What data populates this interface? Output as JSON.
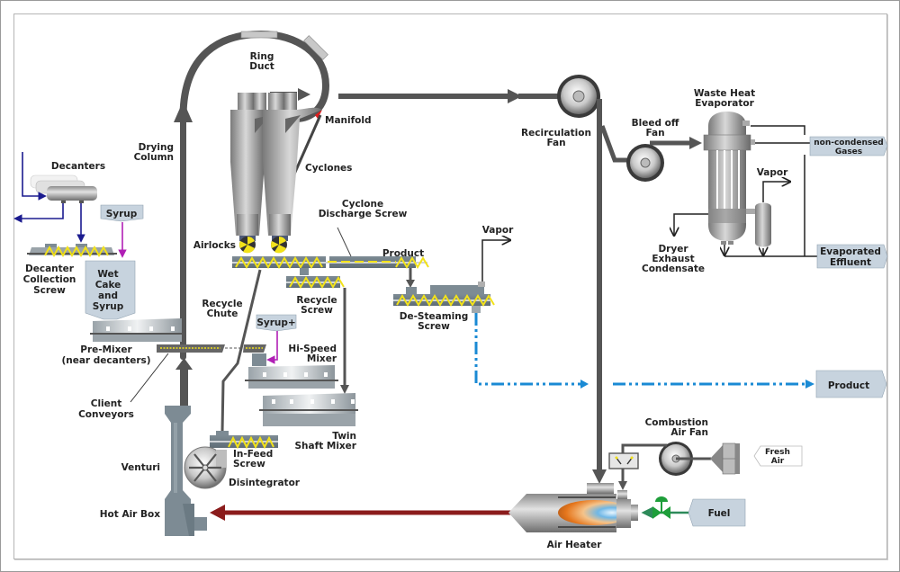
{
  "title": "Dryer Process Flow Diagram",
  "colors": {
    "duct": "#555555",
    "hot_air": "#8b1c1c",
    "product_flow": "#1a8ad4",
    "syrup_line": "#b01fb5",
    "decanter_line": "#1b1b8f",
    "fuel_line": "#2e8a5a",
    "tag_fill": "#c7d3de",
    "screw_flight": "#f2e21a"
  },
  "labels": {
    "ring_duct": [
      "Ring",
      "Duct"
    ],
    "manifold": "Manifold",
    "cyclones": "Cyclones",
    "drying_column": [
      "Drying",
      "Column"
    ],
    "decanters": "Decanters",
    "syrup": "Syrup",
    "wet_cake": [
      "Wet",
      "Cake",
      "and",
      "Syrup"
    ],
    "decanter_collection_screw": [
      "Decanter",
      "Collection",
      "Screw"
    ],
    "airlocks": "Airlocks",
    "cyclone_discharge_screw": [
      "Cyclone",
      "Discharge Screw"
    ],
    "product_screw": "Product",
    "recycle_screw": [
      "Recycle",
      "Screw"
    ],
    "recycle_chute": [
      "Recycle",
      "Chute"
    ],
    "syrup_plus": "Syrup+",
    "hi_speed_mixer": [
      "Hi-Speed",
      "Mixer"
    ],
    "pre_mixer": [
      "Pre-Mixer",
      "(near decanters)"
    ],
    "client_conveyors": [
      "Client",
      "Conveyors"
    ],
    "twin_shaft_mixer": [
      "Twin",
      "Shaft Mixer"
    ],
    "in_feed_screw": [
      "In-Feed",
      "Screw"
    ],
    "disintegrator": "Disintegrator",
    "venturi": "Venturi",
    "hot_air_box": "Hot Air Box",
    "de_steaming_screw": [
      "De-Steaming",
      "Screw"
    ],
    "vapor_desteam": "Vapor",
    "recirculation_fan": [
      "Recirculation",
      "Fan"
    ],
    "bleed_off_fan": [
      "Bleed off",
      "Fan"
    ],
    "waste_heat_evaporator": [
      "Waste Heat",
      "Evaporator"
    ],
    "vapor_evap": "Vapor",
    "dryer_exhaust_condensate": [
      "Dryer",
      "Exhaust",
      "Condensate"
    ],
    "combustion_air_fan": [
      "Combustion",
      "Air Fan"
    ],
    "air_heater": "Air Heater"
  },
  "tags": {
    "non_condensed_gases": [
      "non-condensed",
      "Gases"
    ],
    "evaporated_effluent": [
      "Evaporated",
      "Effluent"
    ],
    "product_out": "Product",
    "fresh_air": [
      "Fresh",
      "Air"
    ],
    "fuel": "Fuel"
  }
}
